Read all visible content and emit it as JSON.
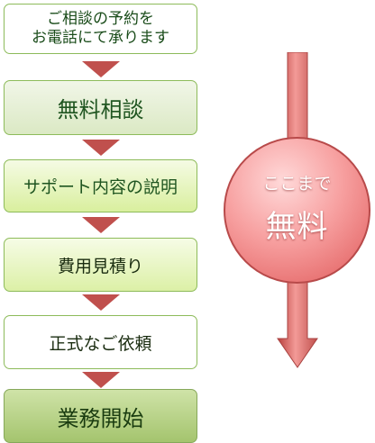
{
  "steps": [
    {
      "line1": "ご相談の予約を",
      "line2": "お電話にて承ります"
    },
    {
      "label": "無料相談"
    },
    {
      "label": "サポート内容の説明"
    },
    {
      "label": "費用見積り"
    },
    {
      "label": "正式なご依頼"
    },
    {
      "label": "業務開始"
    }
  ],
  "free_badge": {
    "small": "ここまで",
    "large": "無料"
  },
  "colors": {
    "arrow": "#c0504d",
    "border": "#8dbb5a",
    "text": "#1f5520"
  }
}
